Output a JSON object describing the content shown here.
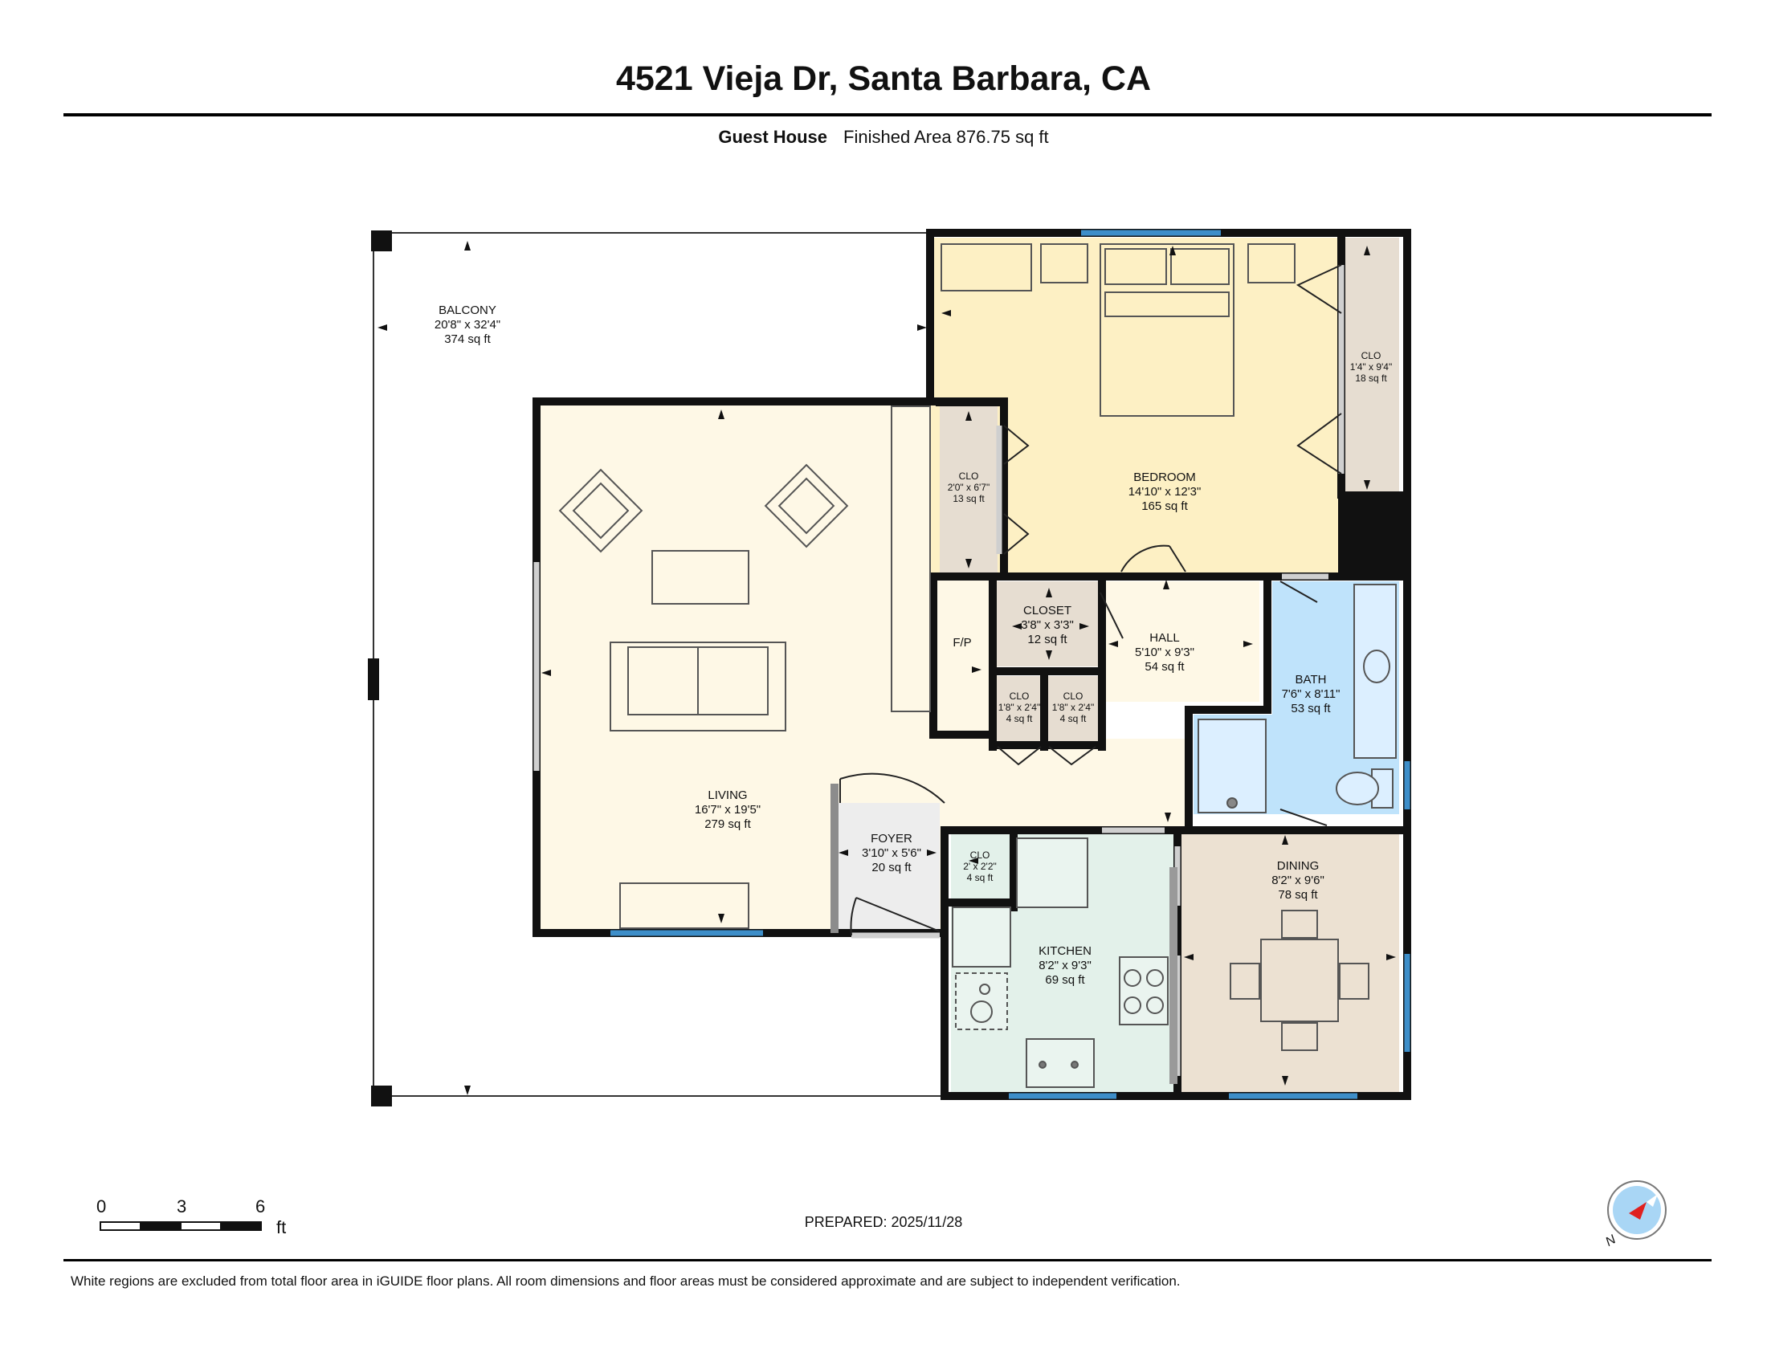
{
  "header": {
    "title": "4521 Vieja Dr, Santa Barbara, CA",
    "building": "Guest House",
    "finished_area": "Finished Area 876.75 sq ft"
  },
  "rooms": {
    "balcony": {
      "name": "BALCONY",
      "dims": "20'8\" x 32'4\"",
      "area": "374 sq ft"
    },
    "bedroom": {
      "name": "BEDROOM",
      "dims": "14'10\" x 12'3\"",
      "area": "165 sq ft"
    },
    "clo_bed_right": {
      "name": "CLO",
      "dims": "1'4\" x 9'4\"",
      "area": "18 sq ft"
    },
    "clo_bed_left": {
      "name": "CLO",
      "dims": "2'0\" x 6'7\"",
      "area": "13 sq ft"
    },
    "living": {
      "name": "LIVING",
      "dims": "16'7\" x 19'5\"",
      "area": "279 sq ft"
    },
    "fp": {
      "name": "F/P"
    },
    "closet": {
      "name": "CLOSET",
      "dims": "3'8\" x 3'3\"",
      "area": "12 sq ft"
    },
    "clo_hall_a": {
      "name": "CLO",
      "dims": "1'8\" x 2'4\"",
      "area": "4 sq ft"
    },
    "clo_hall_b": {
      "name": "CLO",
      "dims": "1'8\" x 2'4\"",
      "area": "4 sq ft"
    },
    "hall": {
      "name": "HALL",
      "dims": "5'10\" x 9'3\"",
      "area": "54 sq ft"
    },
    "bath": {
      "name": "BATH",
      "dims": "7'6\" x 8'11\"",
      "area": "53 sq ft"
    },
    "foyer": {
      "name": "FOYER",
      "dims": "3'10\" x 5'6\"",
      "area": "20 sq ft"
    },
    "clo_foyer": {
      "name": "CLO",
      "dims": "2' x 2'2\"",
      "area": "4 sq ft"
    },
    "kitchen": {
      "name": "KITCHEN",
      "dims": "8'2\" x 9'3\"",
      "area": "69 sq ft"
    },
    "dining": {
      "name": "DINING",
      "dims": "8'2\" x 9'6\"",
      "area": "78 sq ft"
    }
  },
  "colors": {
    "wall": "#111111",
    "window": "#3d8ec9",
    "bedroom": "#fdf0c4",
    "living": "#fef8e6",
    "closet": "#e6ddd1",
    "bath": "#bfe3fb",
    "kitchen": "#e3f1ea",
    "dining": "#ece1d2"
  },
  "scale_bar": {
    "ticks": [
      "0",
      "3",
      "6"
    ],
    "unit": "ft"
  },
  "prepared": "PREPARED: 2025/11/28",
  "footer": "White regions are excluded from total floor area in iGUIDE floor plans. All room dimensions and floor areas must be considered approximate and are subject to independent verification.",
  "compass": {
    "icon": "compass-icon",
    "label": "N"
  }
}
